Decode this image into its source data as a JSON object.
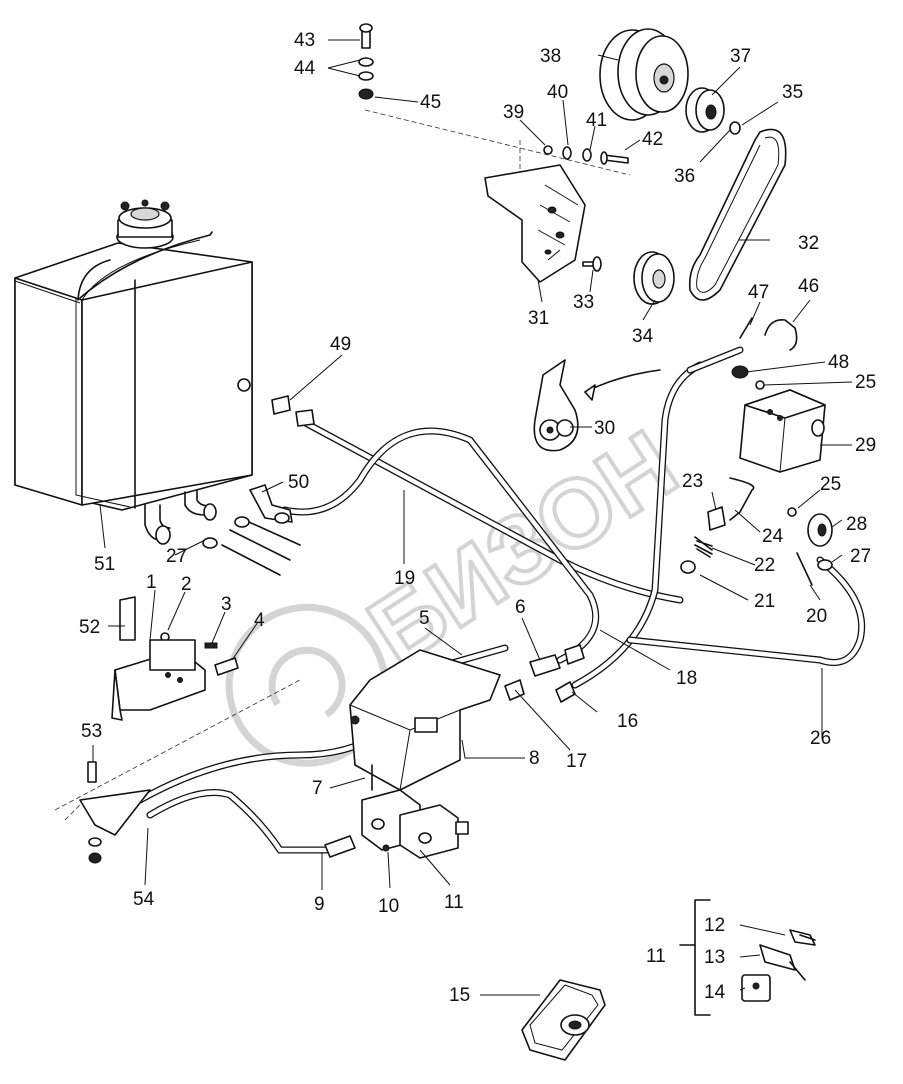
{
  "watermark": "БИЗОН",
  "callouts": {
    "p1": "1",
    "p2": "2",
    "p3": "3",
    "p4": "4",
    "p5": "5",
    "p6": "6",
    "p7": "7",
    "p8": "8",
    "p9": "9",
    "p10": "10",
    "p11a": "11",
    "p11b": "11",
    "p12": "12",
    "p13": "13",
    "p14": "14",
    "p15": "15",
    "p16": "16",
    "p17": "17",
    "p18": "18",
    "p19": "19",
    "p20": "20",
    "p21": "21",
    "p22": "22",
    "p23": "23",
    "p24": "24",
    "p25a": "25",
    "p25b": "25",
    "p26": "26",
    "p27a": "27",
    "p27b": "27",
    "p28": "28",
    "p29": "29",
    "p30": "30",
    "p31": "31",
    "p32": "32",
    "p33": "33",
    "p34": "34",
    "p35": "35",
    "p36": "36",
    "p37": "37",
    "p38": "38",
    "p39": "39",
    "p40": "40",
    "p41": "41",
    "p42": "42",
    "p43": "43",
    "p44": "44",
    "p45": "45",
    "p46": "46",
    "p47": "47",
    "p48": "48",
    "p49": "49",
    "p50": "50",
    "p51": "51",
    "p52": "52",
    "p53": "53",
    "p54": "54"
  }
}
